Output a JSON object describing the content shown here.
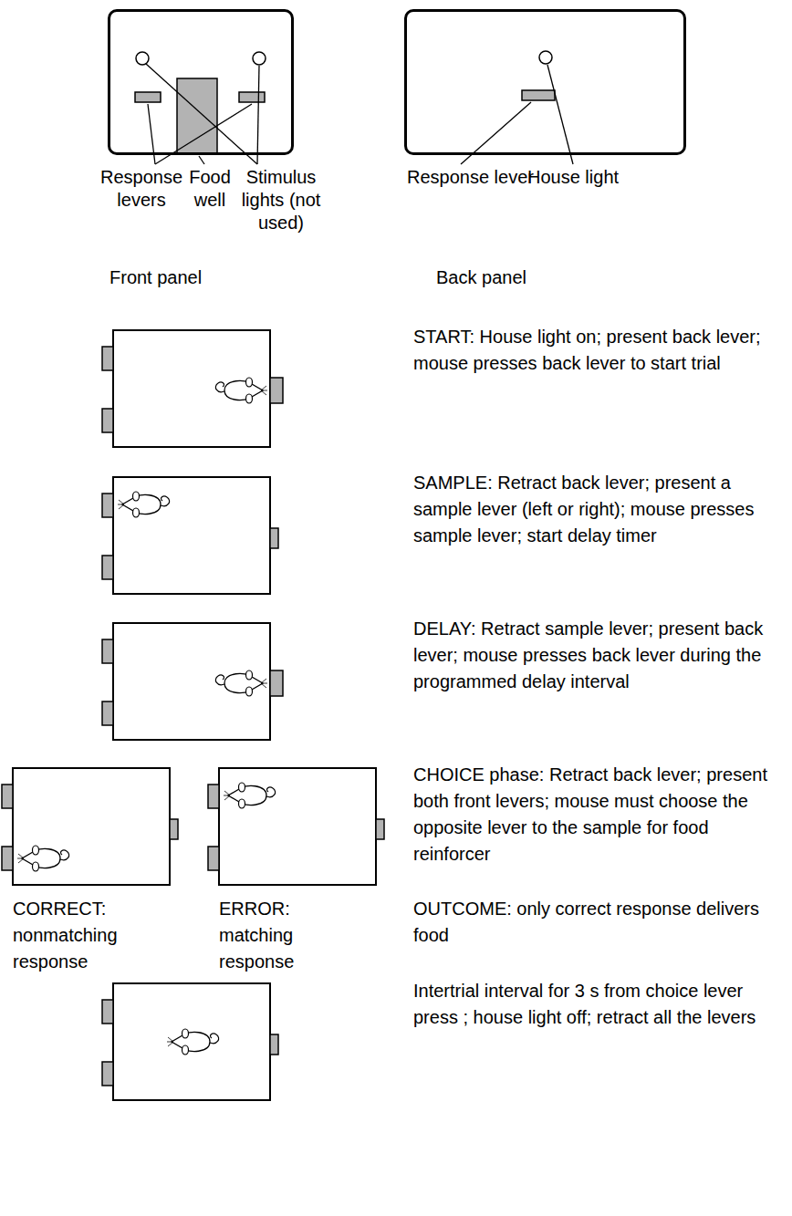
{
  "diagram": {
    "nodes": [
      {
        "text": [
          "Front panel"
        ]
      },
      {
        "text": [
          "Back panel"
        ]
      }
    ],
    "labels": [
      "Response levers",
      "Food well",
      "Stimulus lights (not used)",
      "Response lever",
      "House light",
      "START: House light on; present back lever; mouse presses back lever to start trial",
      "SAMPLE: Retract back lever; present a sample lever (left or right); mouse presses sample lever; start delay timer",
      "DELAY: Retract sample lever; present back lever; mouse presses back lever during the programmed delay interval",
      "CHOICE phase: Retract back lever; present both front levers; mouse must choose the opposite lever to the sample for food reinforcer",
      "CORRECT: nonmatching response",
      "ERROR: matching response",
      "OUTCOME: only correct response delivers food",
      "Intertrial interval for 3 s from choice lever press ; house light off; retract all the levers"
    ]
  }
}
